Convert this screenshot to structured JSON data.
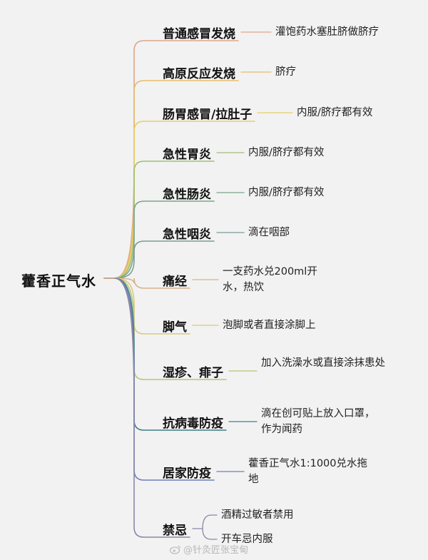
{
  "root": "藿香正气水",
  "branches": [
    {
      "label": "普通感冒发烧",
      "color": "#e0a58a",
      "notes": [
        "灌饱药水塞肚脐做脐疗"
      ]
    },
    {
      "label": "高原反应发烧",
      "color": "#e7bc6a",
      "notes": [
        "脐疗"
      ]
    },
    {
      "label": "肠胃感冒/拉肚子",
      "color": "#e8cf67",
      "notes": [
        "内服/脐疗都有效"
      ]
    },
    {
      "label": "急性胃炎",
      "color": "#9fbf73",
      "notes": [
        "内服/脐疗都有效"
      ]
    },
    {
      "label": "急性肠炎",
      "color": "#7aa68a",
      "notes": [
        "内服/脐疗都有效"
      ]
    },
    {
      "label": "急性咽炎",
      "color": "#7c9b98",
      "notes": [
        "滴在咽部"
      ]
    },
    {
      "label": "痛经",
      "color": "#d9b38c",
      "notes": [
        "一支药水兑200ml开水，热饮"
      ]
    },
    {
      "label": "脚气",
      "color": "#dcc87a",
      "notes": [
        "泡脚或者直接涂脚上"
      ]
    },
    {
      "label": "湿疹、痱子",
      "color": "#b9c474",
      "notes": [
        "加入洗澡水或直接涂抹患处"
      ]
    },
    {
      "label": "抗病毒防疫",
      "color": "#3f7f86",
      "notes": [
        "滴在创可贴上放入口罩，作为闻药"
      ]
    },
    {
      "label": "居家防疫",
      "color": "#6f7fb8",
      "notes": [
        "藿香正气水1:1000兑水拖地"
      ]
    },
    {
      "label": "禁忌",
      "color": "#8c86a8",
      "notes": [
        "酒精过敏者禁用",
        "开车忌内服"
      ]
    }
  ],
  "watermark": "@针灸匠张宝甸"
}
